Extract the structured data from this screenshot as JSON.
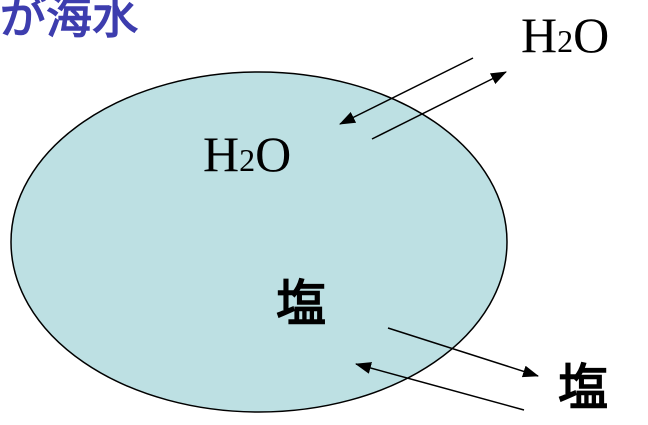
{
  "title": "が海水",
  "labels": {
    "water_outside": {
      "pre": "H",
      "sub": "2",
      "post": "O"
    },
    "water_inside": {
      "pre": "H",
      "sub": "2",
      "post": "O"
    },
    "salt_inside": "塩",
    "salt_outside": "塩"
  },
  "colors": {
    "ellipse_fill": "#bde0e3",
    "title": "#3d3dae"
  }
}
